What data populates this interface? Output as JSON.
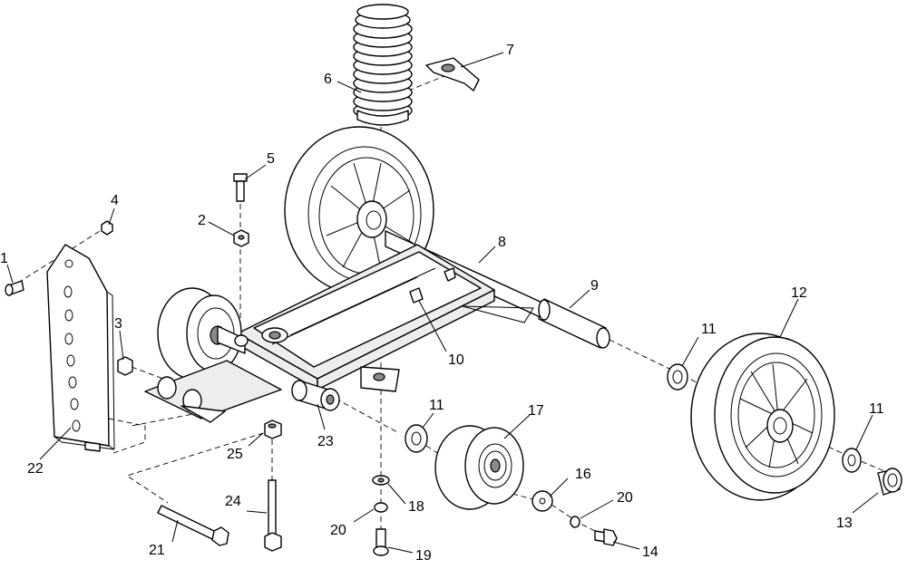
{
  "callouts": [
    {
      "id": "1",
      "label": "1"
    },
    {
      "id": "2",
      "label": "2"
    },
    {
      "id": "3",
      "label": "3"
    },
    {
      "id": "4",
      "label": "4"
    },
    {
      "id": "5",
      "label": "5"
    },
    {
      "id": "6",
      "label": "6"
    },
    {
      "id": "7",
      "label": "7"
    },
    {
      "id": "8",
      "label": "8"
    },
    {
      "id": "9",
      "label": "9"
    },
    {
      "id": "10",
      "label": "10"
    },
    {
      "id": "11a",
      "label": "11"
    },
    {
      "id": "11b",
      "label": "11"
    },
    {
      "id": "11c",
      "label": "11"
    },
    {
      "id": "12",
      "label": "12"
    },
    {
      "id": "13",
      "label": "13"
    },
    {
      "id": "14",
      "label": "14"
    },
    {
      "id": "16",
      "label": "16"
    },
    {
      "id": "17",
      "label": "17"
    },
    {
      "id": "18",
      "label": "18"
    },
    {
      "id": "19",
      "label": "19"
    },
    {
      "id": "20a",
      "label": "20"
    },
    {
      "id": "20b",
      "label": "20"
    },
    {
      "id": "21",
      "label": "21"
    },
    {
      "id": "22",
      "label": "22"
    },
    {
      "id": "23",
      "label": "23"
    },
    {
      "id": "24",
      "label": "24"
    },
    {
      "id": "25",
      "label": "25"
    }
  ]
}
